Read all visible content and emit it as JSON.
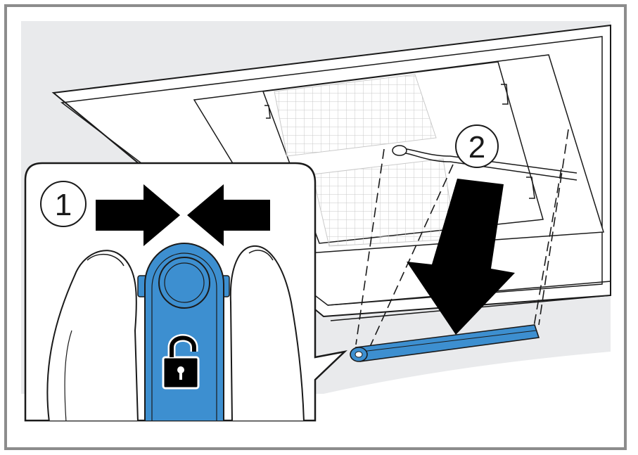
{
  "steps": [
    {
      "number": "1",
      "action": "squeeze-inward"
    },
    {
      "number": "2",
      "action": "pull-down"
    }
  ],
  "icons": {
    "inward_arrows": "arrows-pointing-inward-icon",
    "unlock": "open-padlock-icon",
    "down_arrow": "arrow-down-icon"
  },
  "colors": {
    "frame": "#8c8c8c",
    "background_shade": "#e9eaec",
    "panel_fill": "#ffffff",
    "line": "#1a1a1a",
    "clip_blue": "#3d8fd0",
    "clip_blue_dark": "#2a6fa8",
    "grid": "#c9c9c9",
    "arrow": "#000000"
  }
}
